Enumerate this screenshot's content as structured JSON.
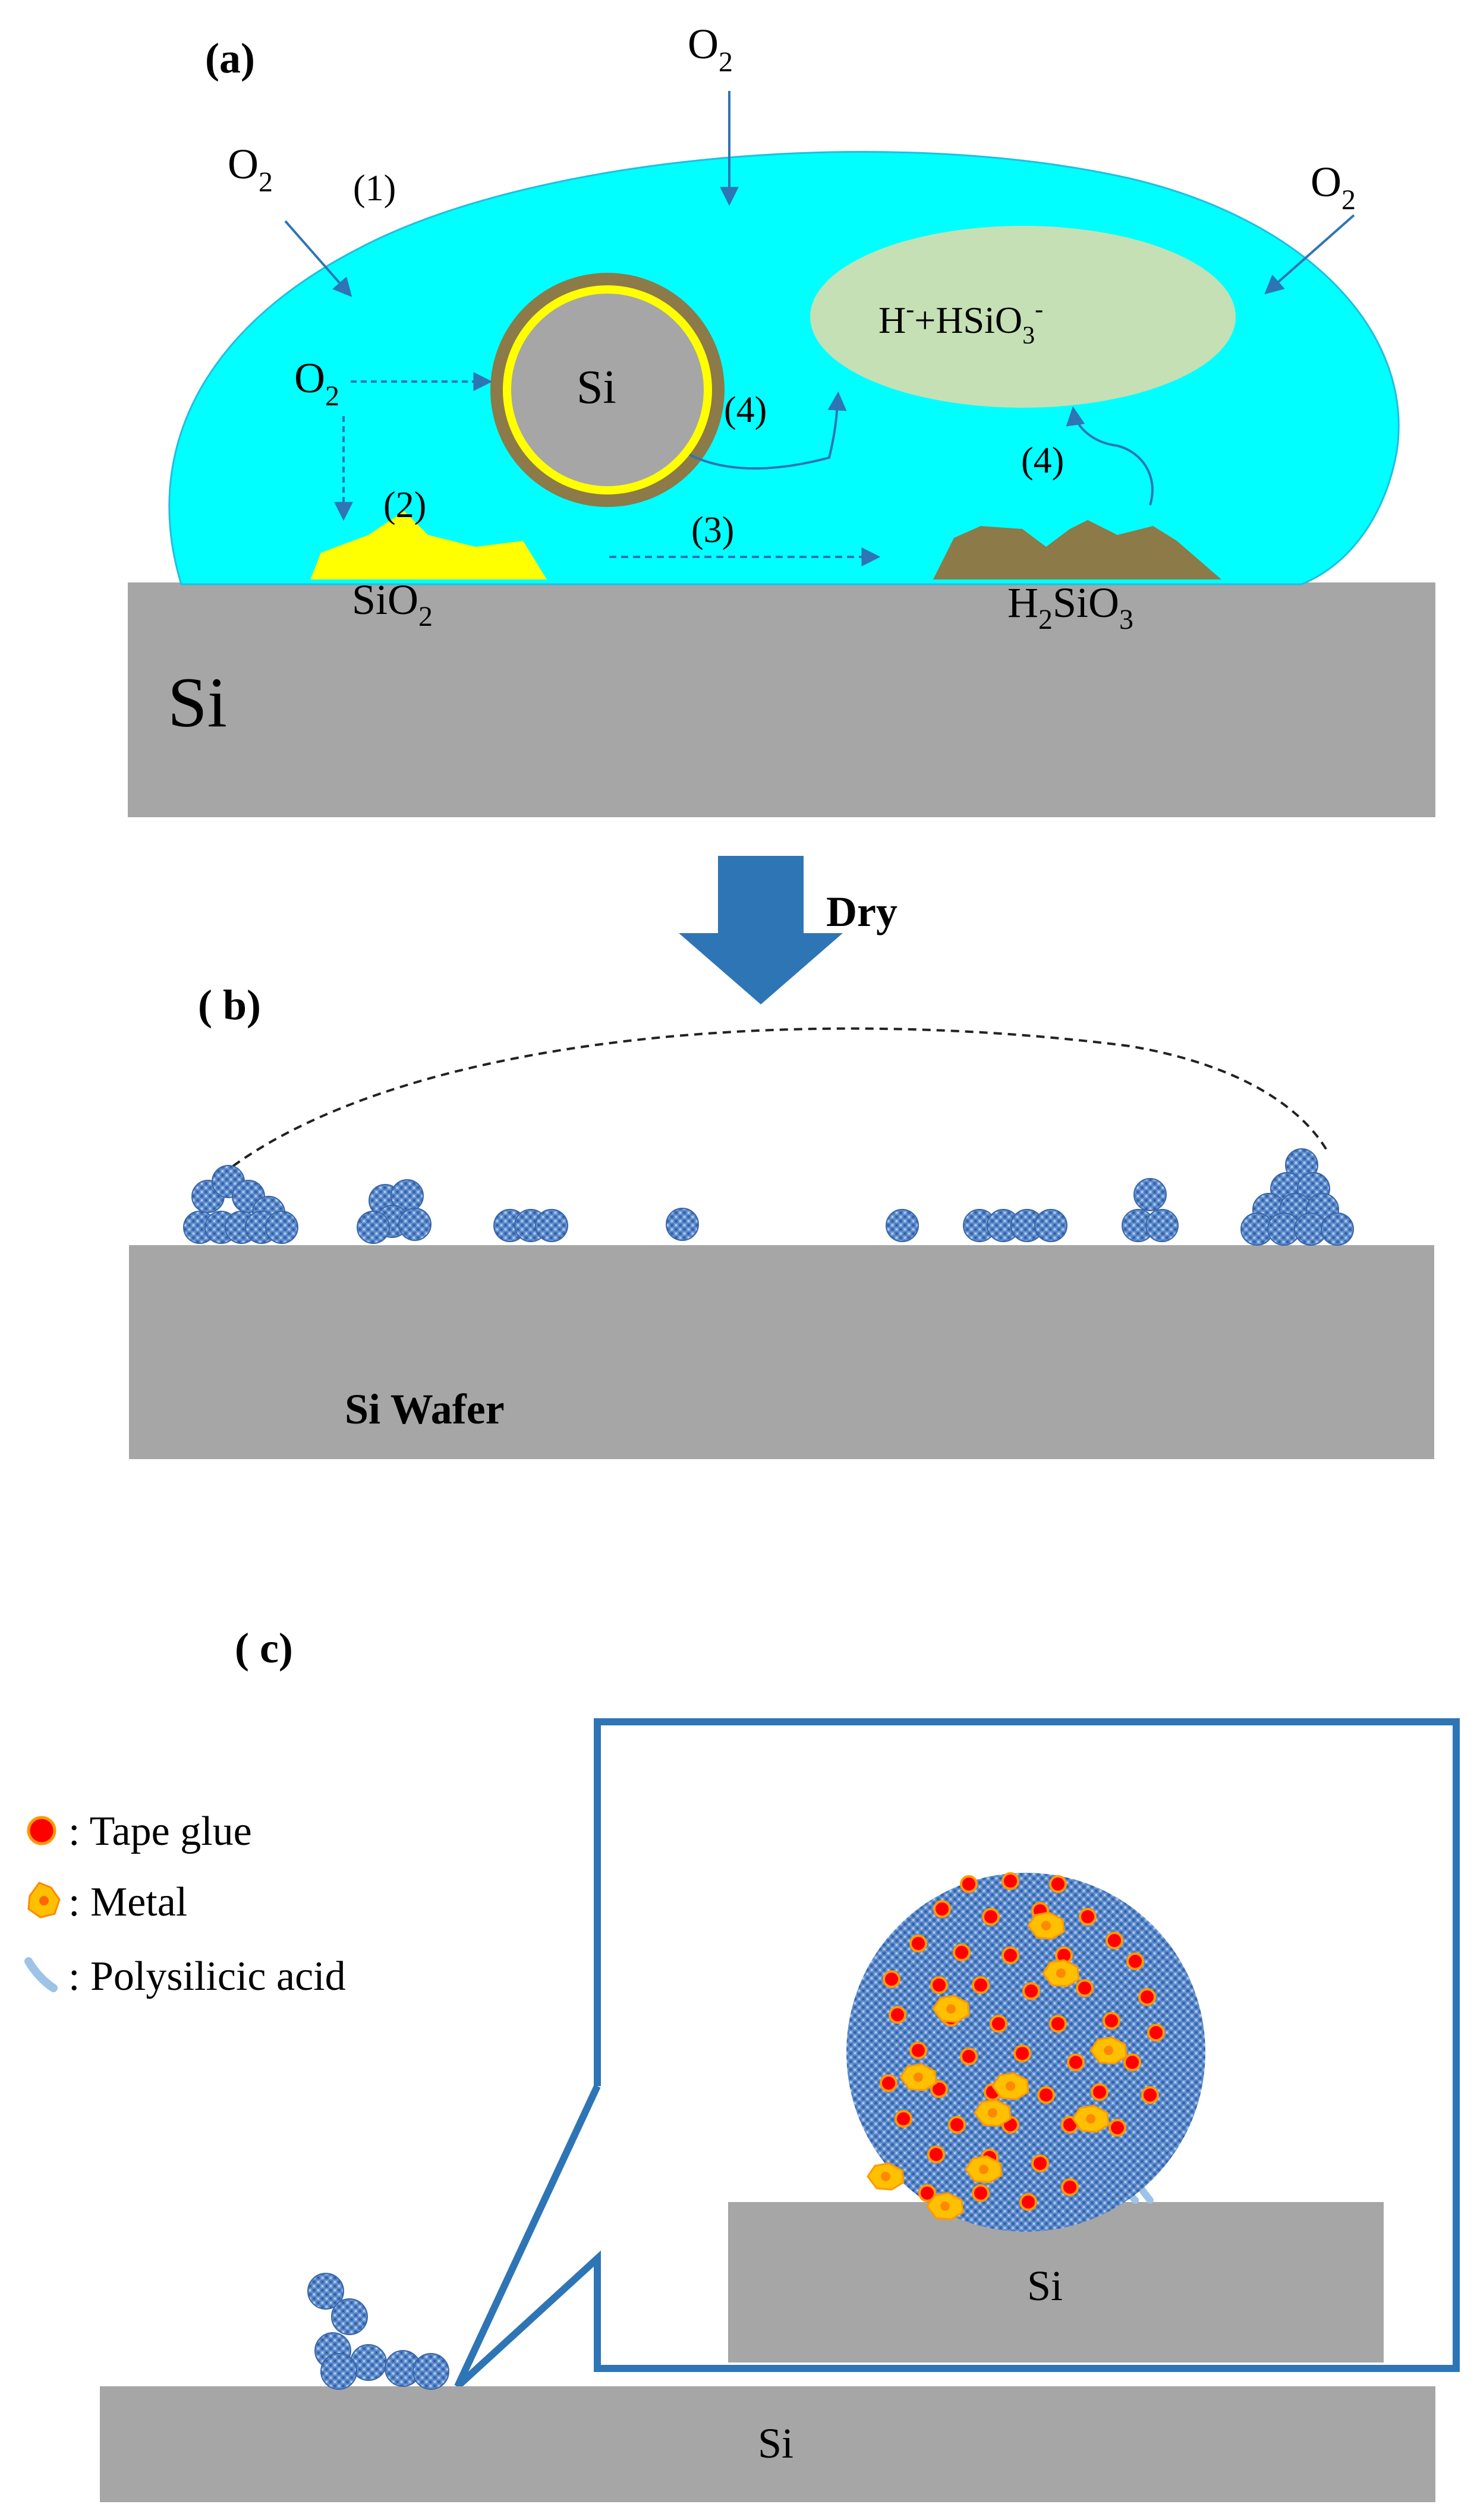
{
  "panel_a": {
    "label": "(a)",
    "o2_main": "O",
    "o2_sub": "2",
    "step1": "(1)",
    "step2": "(2)",
    "step3": "(3)",
    "step4": "(4)",
    "particle_label": "Si",
    "ion_h": "H",
    "ion_h_sup": "-",
    "ion_plus": "+HSiO",
    "ion_sub": "3",
    "ion_sup": "-",
    "sio2_main": "SiO",
    "sio2_sub": "2",
    "h2sio3_h": "H",
    "h2sio3_h_sub": "2",
    "h2sio3_mid": "SiO",
    "h2sio3_sub": "3",
    "substrate_label": "Si"
  },
  "arrow_label": "Dry",
  "panel_b": {
    "label": "( b)",
    "substrate_label": "Si Wafer"
  },
  "panel_c": {
    "label": "( c)",
    "legend": [
      {
        "icon": "tape-glue-icon",
        "text": ": Tape glue"
      },
      {
        "icon": "metal-icon",
        "text": ": Metal"
      },
      {
        "icon": "polysilicic-acid-icon",
        "text": ": Polysilicic acid"
      }
    ],
    "inset_substrate_label": "Si",
    "substrate_label": "Si"
  },
  "colors": {
    "water": "#00ffff",
    "substrate": "#a6a6a6",
    "arrow": "#2e75b6",
    "ion_region": "#c5e0b4",
    "sio2": "#ffff00",
    "h2sio3": "#8c7a48",
    "particle_blue": "#4a7bc0",
    "tape_glue": "#ff0000",
    "metal": "#ffc000"
  }
}
